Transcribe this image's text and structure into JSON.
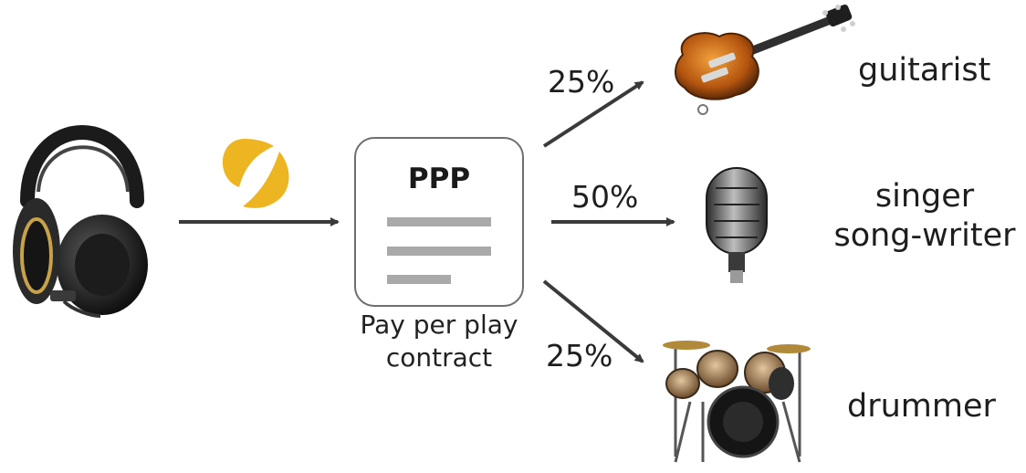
{
  "contract": {
    "title": "PPP",
    "caption_line1": "Pay per play",
    "caption_line2": "contract"
  },
  "splits": [
    {
      "percent": "25%",
      "role": "guitarist",
      "icon": "guitar-icon"
    },
    {
      "percent": "50%",
      "role_line1": "singer",
      "role_line2": "song-writer",
      "icon": "microphone-icon"
    },
    {
      "percent": "25%",
      "role": "drummer",
      "icon": "drum-kit-icon"
    }
  ],
  "icons": {
    "source": "headphones-icon",
    "payment": "token-logo-icon"
  },
  "colors": {
    "token": "#eeb522",
    "arrow": "#3a3a3a",
    "box_border": "#6e6e6e",
    "box_lines": "#a9a9a9"
  }
}
